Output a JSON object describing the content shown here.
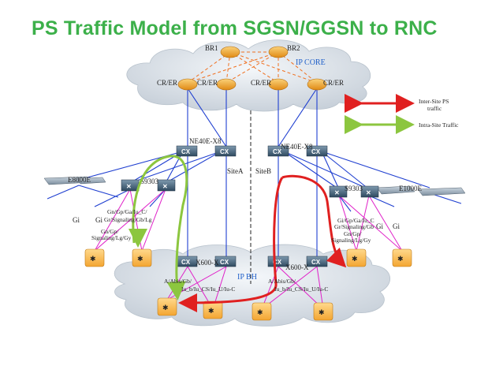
{
  "title": "PS Traffic Model from SGSN/GGSN to RNC",
  "colors": {
    "title": "#3cb04a",
    "inter_site": "#e02020",
    "intra_site": "#8cc63f",
    "blue_link": "#1f3fd0",
    "magenta_link": "#e020c8",
    "orange_dashed": "#f07020",
    "router_orange": "#f5a623",
    "cloud": "#d9e1ea"
  },
  "clouds": {
    "core": "IP CORE",
    "backhaul": "IP BH"
  },
  "nodes": {
    "br1": "BR1",
    "br2": "BR2",
    "cr_er_1": "CR/ER",
    "cr_er_2": "CR/ER",
    "cr_er_3": "CR/ER",
    "cr_er_4": "CR/ER",
    "ne40e_a": "NE40E-X8",
    "ne40e_b": "NE40E-X8",
    "e8000e": "E8000E",
    "e1000e": "E1000E",
    "s9303_a": "S9303",
    "s9303_b": "S9303",
    "cx600_a": "X600-X",
    "cx600_b": "X600-X",
    "cx": "CX"
  },
  "sites": {
    "a": "SiteA",
    "b": "SiteB"
  },
  "legend": {
    "inter_site": "Inter-Site PS traffic",
    "intra_site": "Intra-Site Traffic"
  },
  "interfaces": {
    "gi_1": "Gi",
    "gi_2": "Gi",
    "gi_3": "Gi",
    "gi_4": "Gi",
    "left_gn": "Gn/Gp/Ga/Iu_C/",
    "left_gr": "Gr/Signaling/Gb/Lg",
    "left_gn2": "Gn/Gp/",
    "left_sig": "Signaling/Lg/Gy",
    "right_gn": "Gi/Gp/Ga/Iu_C",
    "right_gr": "Gr/Signaling/Gb",
    "right_gn2": "Gn/Gp/",
    "right_sig": "Signaling/Lg/Gy",
    "bh_left_1": "A/Abis/Gb/",
    "bh_left_2": "Iu_b/Iu_CS/Iu_U/Iu-C",
    "bh_right_1": "A/Abis/Gb/",
    "bh_right_2": "Iu_b/Iu_CS/Iu_U/Iu-C"
  },
  "icons": {
    "router": "router-icon",
    "switch": "switch-icon",
    "server": "server-icon",
    "bts": "base-station-icon"
  }
}
